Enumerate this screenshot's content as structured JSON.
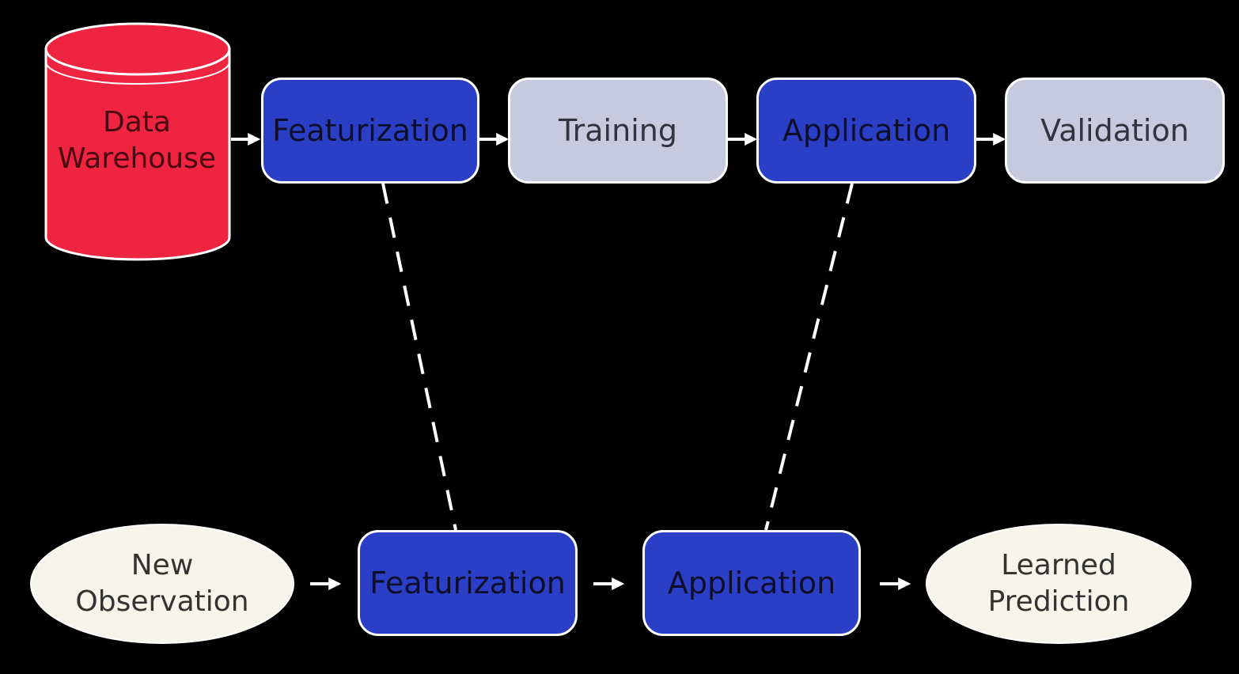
{
  "colors": {
    "background": "#000000",
    "warehouse": "#ee2440",
    "primary_box": "#2b3fc6",
    "secondary_box": "#c7c9df",
    "ellipse": "#f7f4ec",
    "connector": "#ffffff"
  },
  "training_pipeline": {
    "warehouse_label": "Data\nWarehouse",
    "featurization": "Featurization",
    "training": "Training",
    "application": "Application",
    "validation": "Validation"
  },
  "prediction_pipeline": {
    "new_observation": "New\nObservation",
    "featurization": "Featurization",
    "application": "Application",
    "learned_prediction": "Learned\nPrediction"
  }
}
